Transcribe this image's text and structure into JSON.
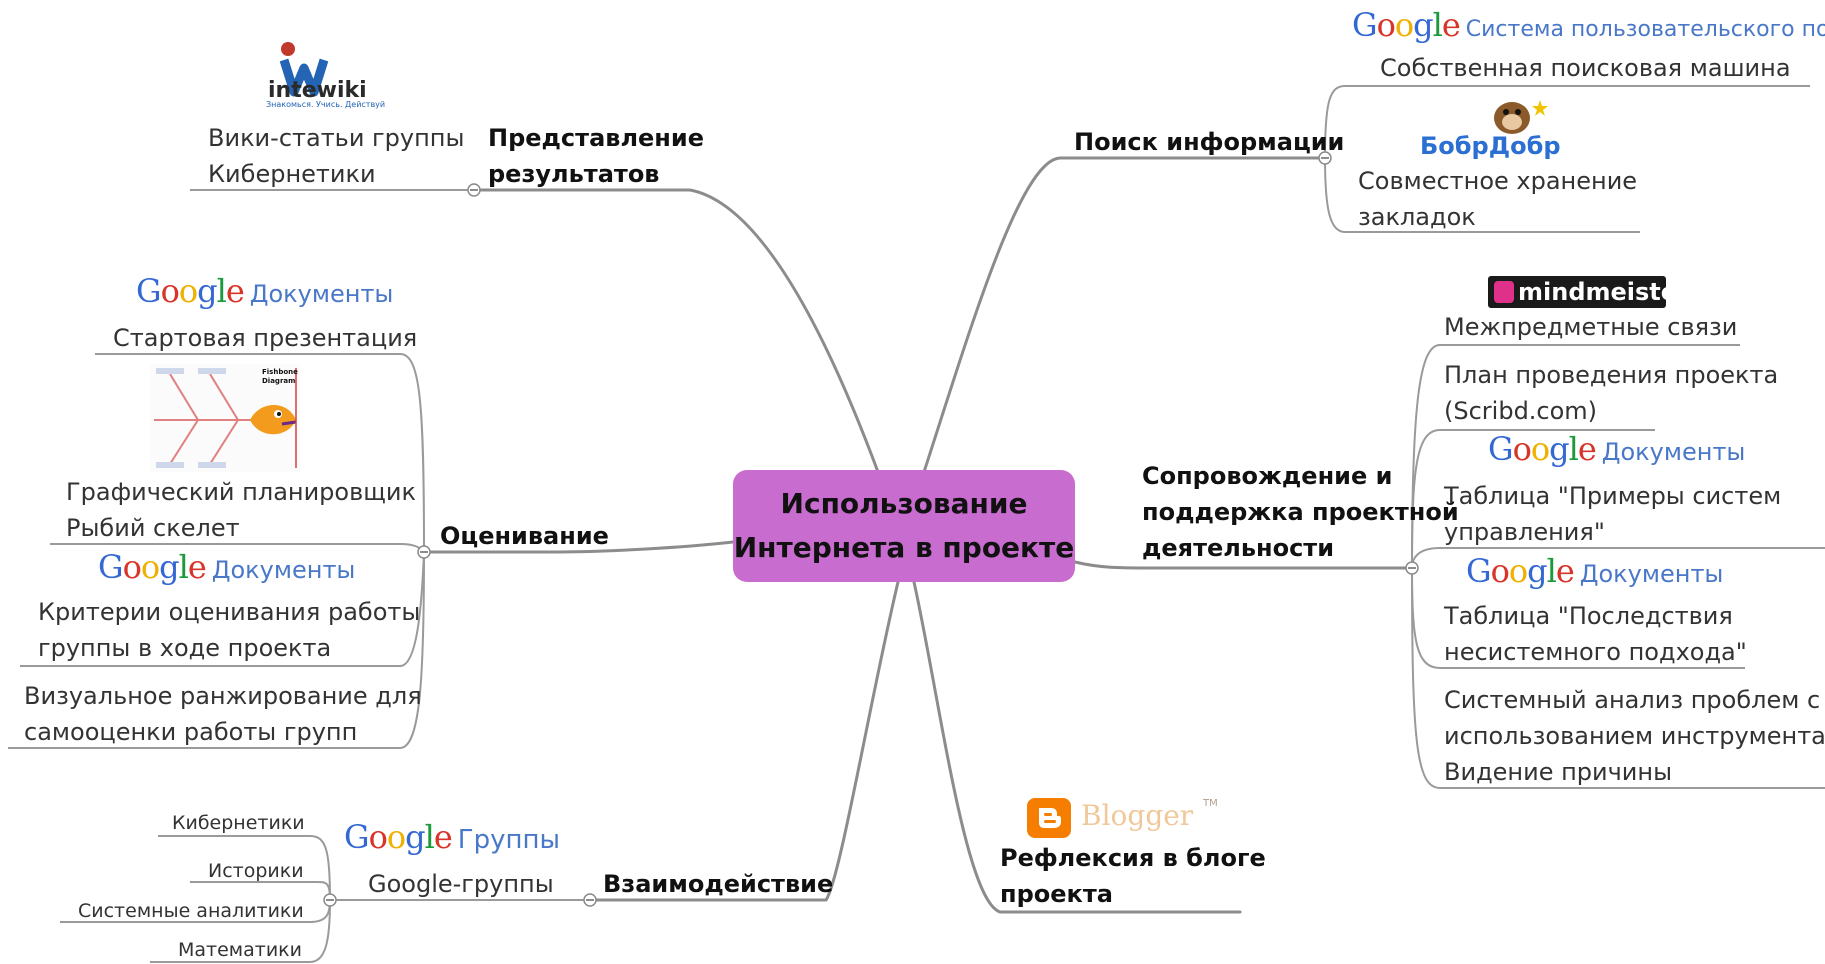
{
  "center": {
    "line1": "Использование",
    "line2": "Интернета в проекте"
  },
  "brands": {
    "google_word": "Google",
    "google_search": "Система пользовательского поиска",
    "google_docs": "Документы",
    "google_groups": "Группы",
    "intewiki": "intewiki",
    "intewiki_tagline": "Знакомься. Учись. Действуй",
    "bobrdobr": "БобрДобр",
    "mindmeister": "mindmeister",
    "blogger": "Blogger",
    "tm": "TM",
    "fishbone_title": "Fishbone Diagram"
  },
  "branches": {
    "results": {
      "label_l1": "Представление",
      "label_l2": "результатов",
      "items": [
        "Вики-статьи группы",
        "Кибернетики"
      ]
    },
    "search": {
      "label": "Поиск информации",
      "items": [
        "Собственная поисковая машина",
        "Совместное хранение",
        "закладок"
      ]
    },
    "eval": {
      "label": "Оценивание",
      "items": [
        "Стартовая презентация",
        "Графический планировщик",
        "Рыбий скелет",
        "Критерии оценивания работы",
        "группы в ходе проекта",
        "Визуальное ранжирование для",
        "самооценки работы групп"
      ]
    },
    "support": {
      "label_l1": "Сопровождение и",
      "label_l2": "поддержка проектной",
      "label_l3": "деятельности",
      "items": [
        "Межпредметные связи",
        "План проведения проекта",
        "(Scribd.com)",
        "Таблица \"Примеры систем",
        "управления\"",
        "Таблица \"Последствия",
        "несистемного подхода\"",
        "Системный анализ проблем с",
        "использованием инструмента",
        "Видение причины"
      ]
    },
    "interact": {
      "label": "Взаимодействие",
      "sub": "Google-группы",
      "groups": [
        "Кибернетики",
        "Историки",
        "Системные аналитики",
        "Математики"
      ]
    },
    "blog": {
      "label_l1": "Рефлексия в блоге",
      "label_l2": "проекта"
    }
  },
  "colors": {
    "center": "#c86ccf",
    "line": "#8c8c8c"
  }
}
